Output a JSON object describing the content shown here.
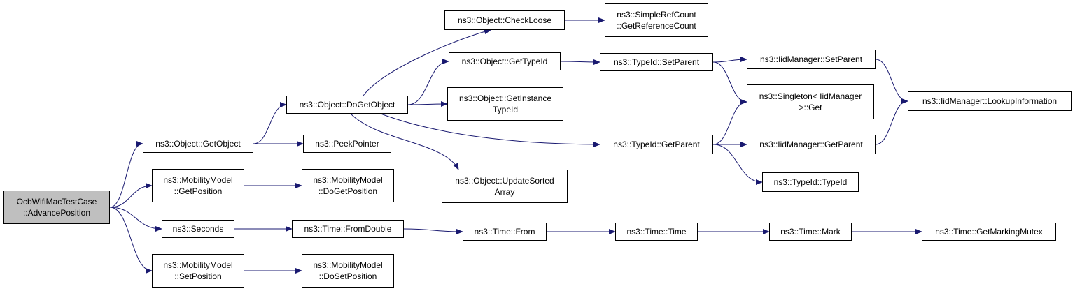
{
  "colors": {
    "edge": "#191970",
    "node_border": "#000000",
    "node_fill": "#ffffff",
    "root_fill": "#bfbfbf"
  },
  "nodes": {
    "root": {
      "lines": [
        "OcbWifiMacTestCase",
        "::AdvancePosition"
      ]
    },
    "getobject": {
      "lines": [
        "ns3::Object::GetObject"
      ]
    },
    "mm_getpos": {
      "lines": [
        "ns3::MobilityModel",
        "::GetPosition"
      ]
    },
    "seconds": {
      "lines": [
        "ns3::Seconds"
      ]
    },
    "mm_setpos": {
      "lines": [
        "ns3::MobilityModel",
        "::SetPosition"
      ]
    },
    "dogetobject": {
      "lines": [
        "ns3::Object::DoGetObject"
      ]
    },
    "peekpointer": {
      "lines": [
        "ns3::PeekPointer"
      ]
    },
    "mm_dogetpos": {
      "lines": [
        "ns3::MobilityModel",
        "::DoGetPosition"
      ]
    },
    "fromdouble": {
      "lines": [
        "ns3::Time::FromDouble"
      ]
    },
    "mm_dosetpos": {
      "lines": [
        "ns3::MobilityModel",
        "::DoSetPosition"
      ]
    },
    "checkloose": {
      "lines": [
        "ns3::Object::CheckLoose"
      ]
    },
    "gettypeid": {
      "lines": [
        "ns3::Object::GetTypeId"
      ]
    },
    "getinstancetypeid": {
      "lines": [
        "ns3::Object::GetInstance",
        "TypeId"
      ]
    },
    "updatesorted": {
      "lines": [
        "ns3::Object::UpdateSorted",
        "Array"
      ]
    },
    "from": {
      "lines": [
        "ns3::Time::From"
      ]
    },
    "simplerefcount": {
      "lines": [
        "ns3::SimpleRefCount",
        "::GetReferenceCount"
      ]
    },
    "typeid_setparent": {
      "lines": [
        "ns3::TypeId::SetParent"
      ]
    },
    "typeid_getparent": {
      "lines": [
        "ns3::TypeId::GetParent"
      ]
    },
    "time_time": {
      "lines": [
        "ns3::Time::Time"
      ]
    },
    "iid_setparent": {
      "lines": [
        "ns3::IidManager::SetParent"
      ]
    },
    "singleton": {
      "lines": [
        "ns3::Singleton< IidManager",
        ">::Get"
      ]
    },
    "iid_getparent": {
      "lines": [
        "ns3::IidManager::GetParent"
      ]
    },
    "typeid_typeid": {
      "lines": [
        "ns3::TypeId::TypeId"
      ]
    },
    "time_mark": {
      "lines": [
        "ns3::Time::Mark"
      ]
    },
    "iid_lookup": {
      "lines": [
        "ns3::IidManager::LookupInformation"
      ]
    },
    "getmarkingmutex": {
      "lines": [
        "ns3::Time::GetMarkingMutex"
      ]
    }
  },
  "edges": [
    [
      "root",
      "getobject"
    ],
    [
      "root",
      "mm_getpos"
    ],
    [
      "root",
      "seconds"
    ],
    [
      "root",
      "mm_setpos"
    ],
    [
      "getobject",
      "dogetobject"
    ],
    [
      "getobject",
      "peekpointer"
    ],
    [
      "mm_getpos",
      "mm_dogetpos"
    ],
    [
      "seconds",
      "fromdouble"
    ],
    [
      "mm_setpos",
      "mm_dosetpos"
    ],
    [
      "dogetobject",
      "checkloose"
    ],
    [
      "dogetobject",
      "gettypeid"
    ],
    [
      "dogetobject",
      "getinstancetypeid"
    ],
    [
      "dogetobject",
      "updatesorted"
    ],
    [
      "dogetobject",
      "typeid_getparent"
    ],
    [
      "fromdouble",
      "from"
    ],
    [
      "checkloose",
      "simplerefcount"
    ],
    [
      "gettypeid",
      "typeid_setparent"
    ],
    [
      "from",
      "time_time"
    ],
    [
      "typeid_setparent",
      "iid_setparent"
    ],
    [
      "typeid_setparent",
      "singleton"
    ],
    [
      "typeid_getparent",
      "singleton"
    ],
    [
      "typeid_getparent",
      "iid_getparent"
    ],
    [
      "typeid_getparent",
      "typeid_typeid"
    ],
    [
      "time_time",
      "time_mark"
    ],
    [
      "iid_setparent",
      "iid_lookup"
    ],
    [
      "iid_getparent",
      "iid_lookup"
    ],
    [
      "time_mark",
      "getmarkingmutex"
    ]
  ]
}
